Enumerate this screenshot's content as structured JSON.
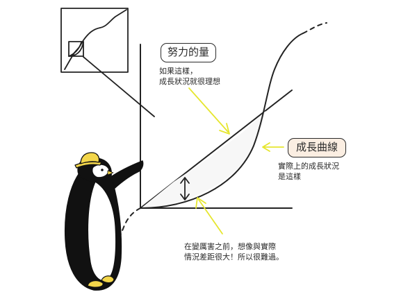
{
  "labels": {
    "effort": "努力的量",
    "growth_curve": "成長曲線"
  },
  "notes": {
    "effort_note": [
      "如果這樣，",
      "成長狀況就很理想"
    ],
    "growth_note": [
      "實際上的成長狀況",
      "是這樣"
    ],
    "gap_note": [
      "在變厲害之前，想像與實際",
      "情況差距很大！所以很難過。"
    ]
  },
  "colors": {
    "ink": "#222222",
    "arrow_yellow": "#e6e62e",
    "highlight_fill": "#fbeee2",
    "hat_yellow": "#f3d64a",
    "beak_feet": "#f3d64a"
  },
  "icons": {
    "character": "penguin-with-hat",
    "pointer": "arrow-icon"
  }
}
